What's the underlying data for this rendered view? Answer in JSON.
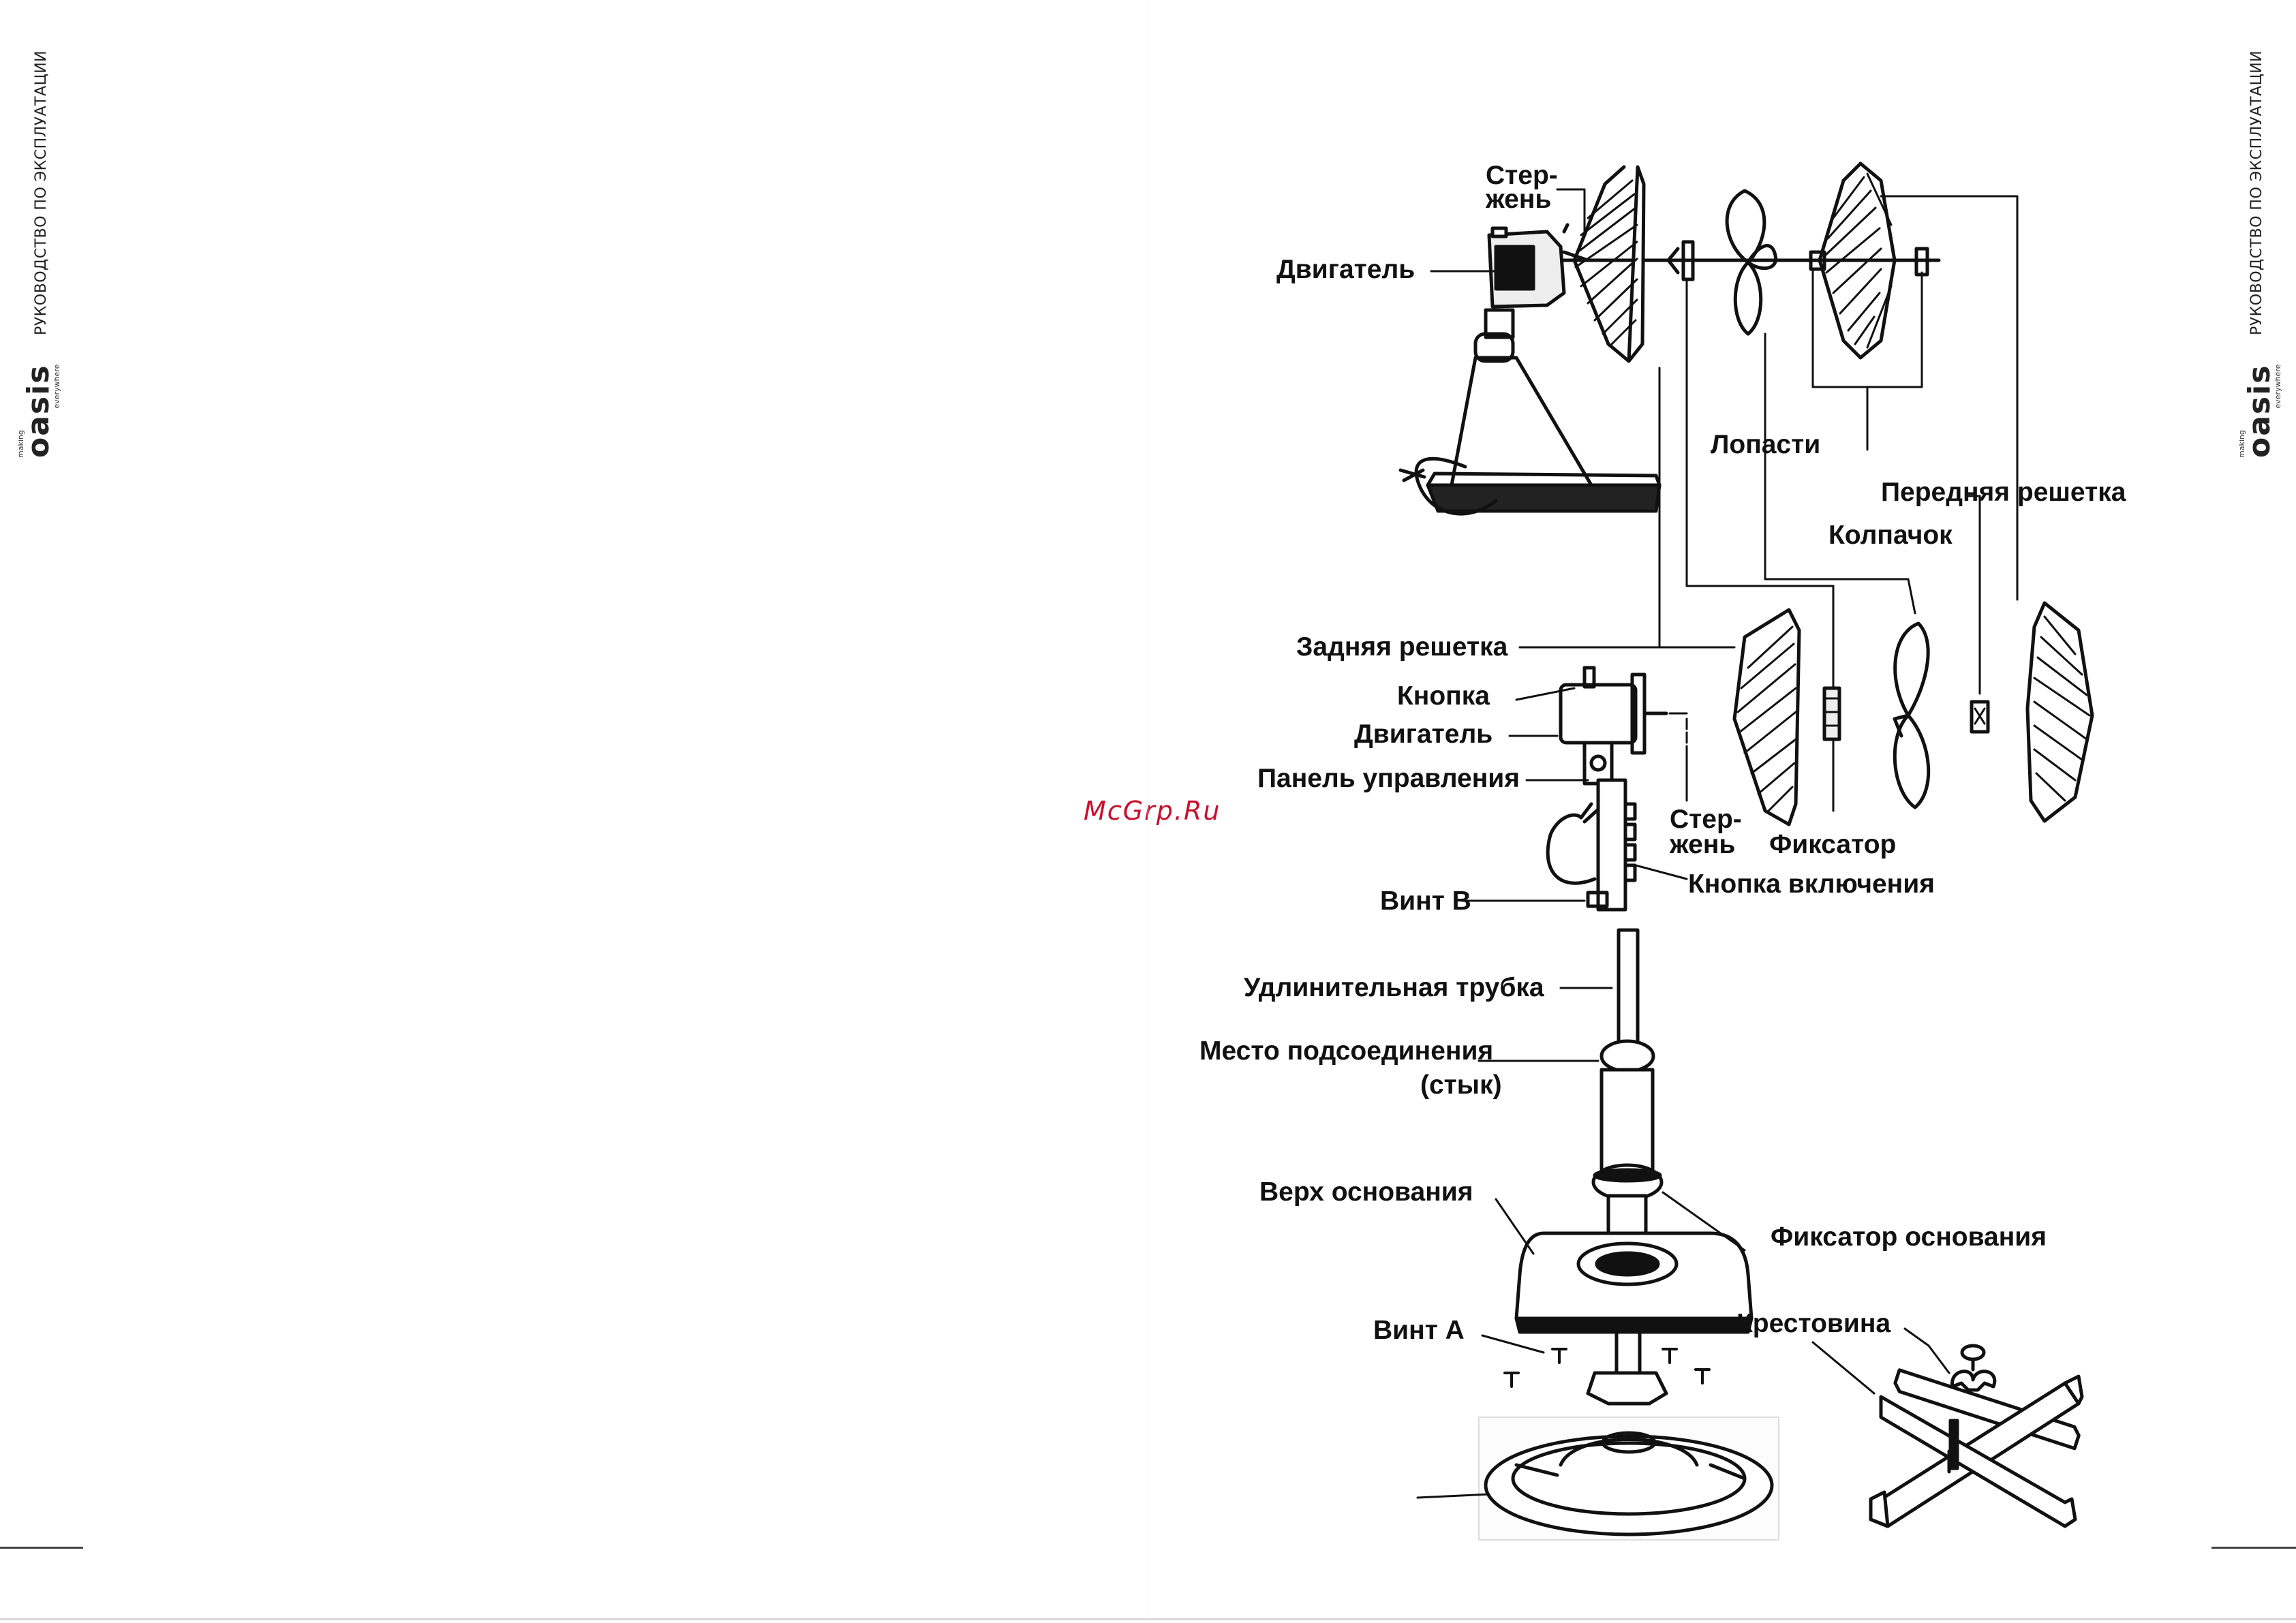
{
  "header": {
    "side_title": "РУКОВОДСТВО ПО ЭКСПЛУАТАЦИИ",
    "logo_small_top": "making",
    "logo_brand": "oasis",
    "logo_small_bottom": "everywhere"
  },
  "watermark": "McGrp.Ru",
  "labels": {
    "rod_top_1": "Стер-",
    "rod_top_2": "жень",
    "motor_top": "Двигатель",
    "blades": "Лопасти",
    "front_grille": "Передняя решетка",
    "cap": "Колпачок",
    "rear_grille": "Задняя решетка",
    "button": "Кнопка",
    "motor": "Двигатель",
    "control_panel": "Панель управления",
    "rod_1": "Стер-",
    "rod_2": "жень",
    "lock": "Фиксатор",
    "power_button": "Кнопка включения",
    "screw_b": "Винт В",
    "extension_tube": "Удлинительная трубка",
    "joint_1": "Место подсоединения",
    "joint_2": "(стык)",
    "base_top": "Верх основания",
    "base_lock": "Фиксатор основания",
    "screw_a": "Винт А",
    "cross": "Крестовина"
  }
}
